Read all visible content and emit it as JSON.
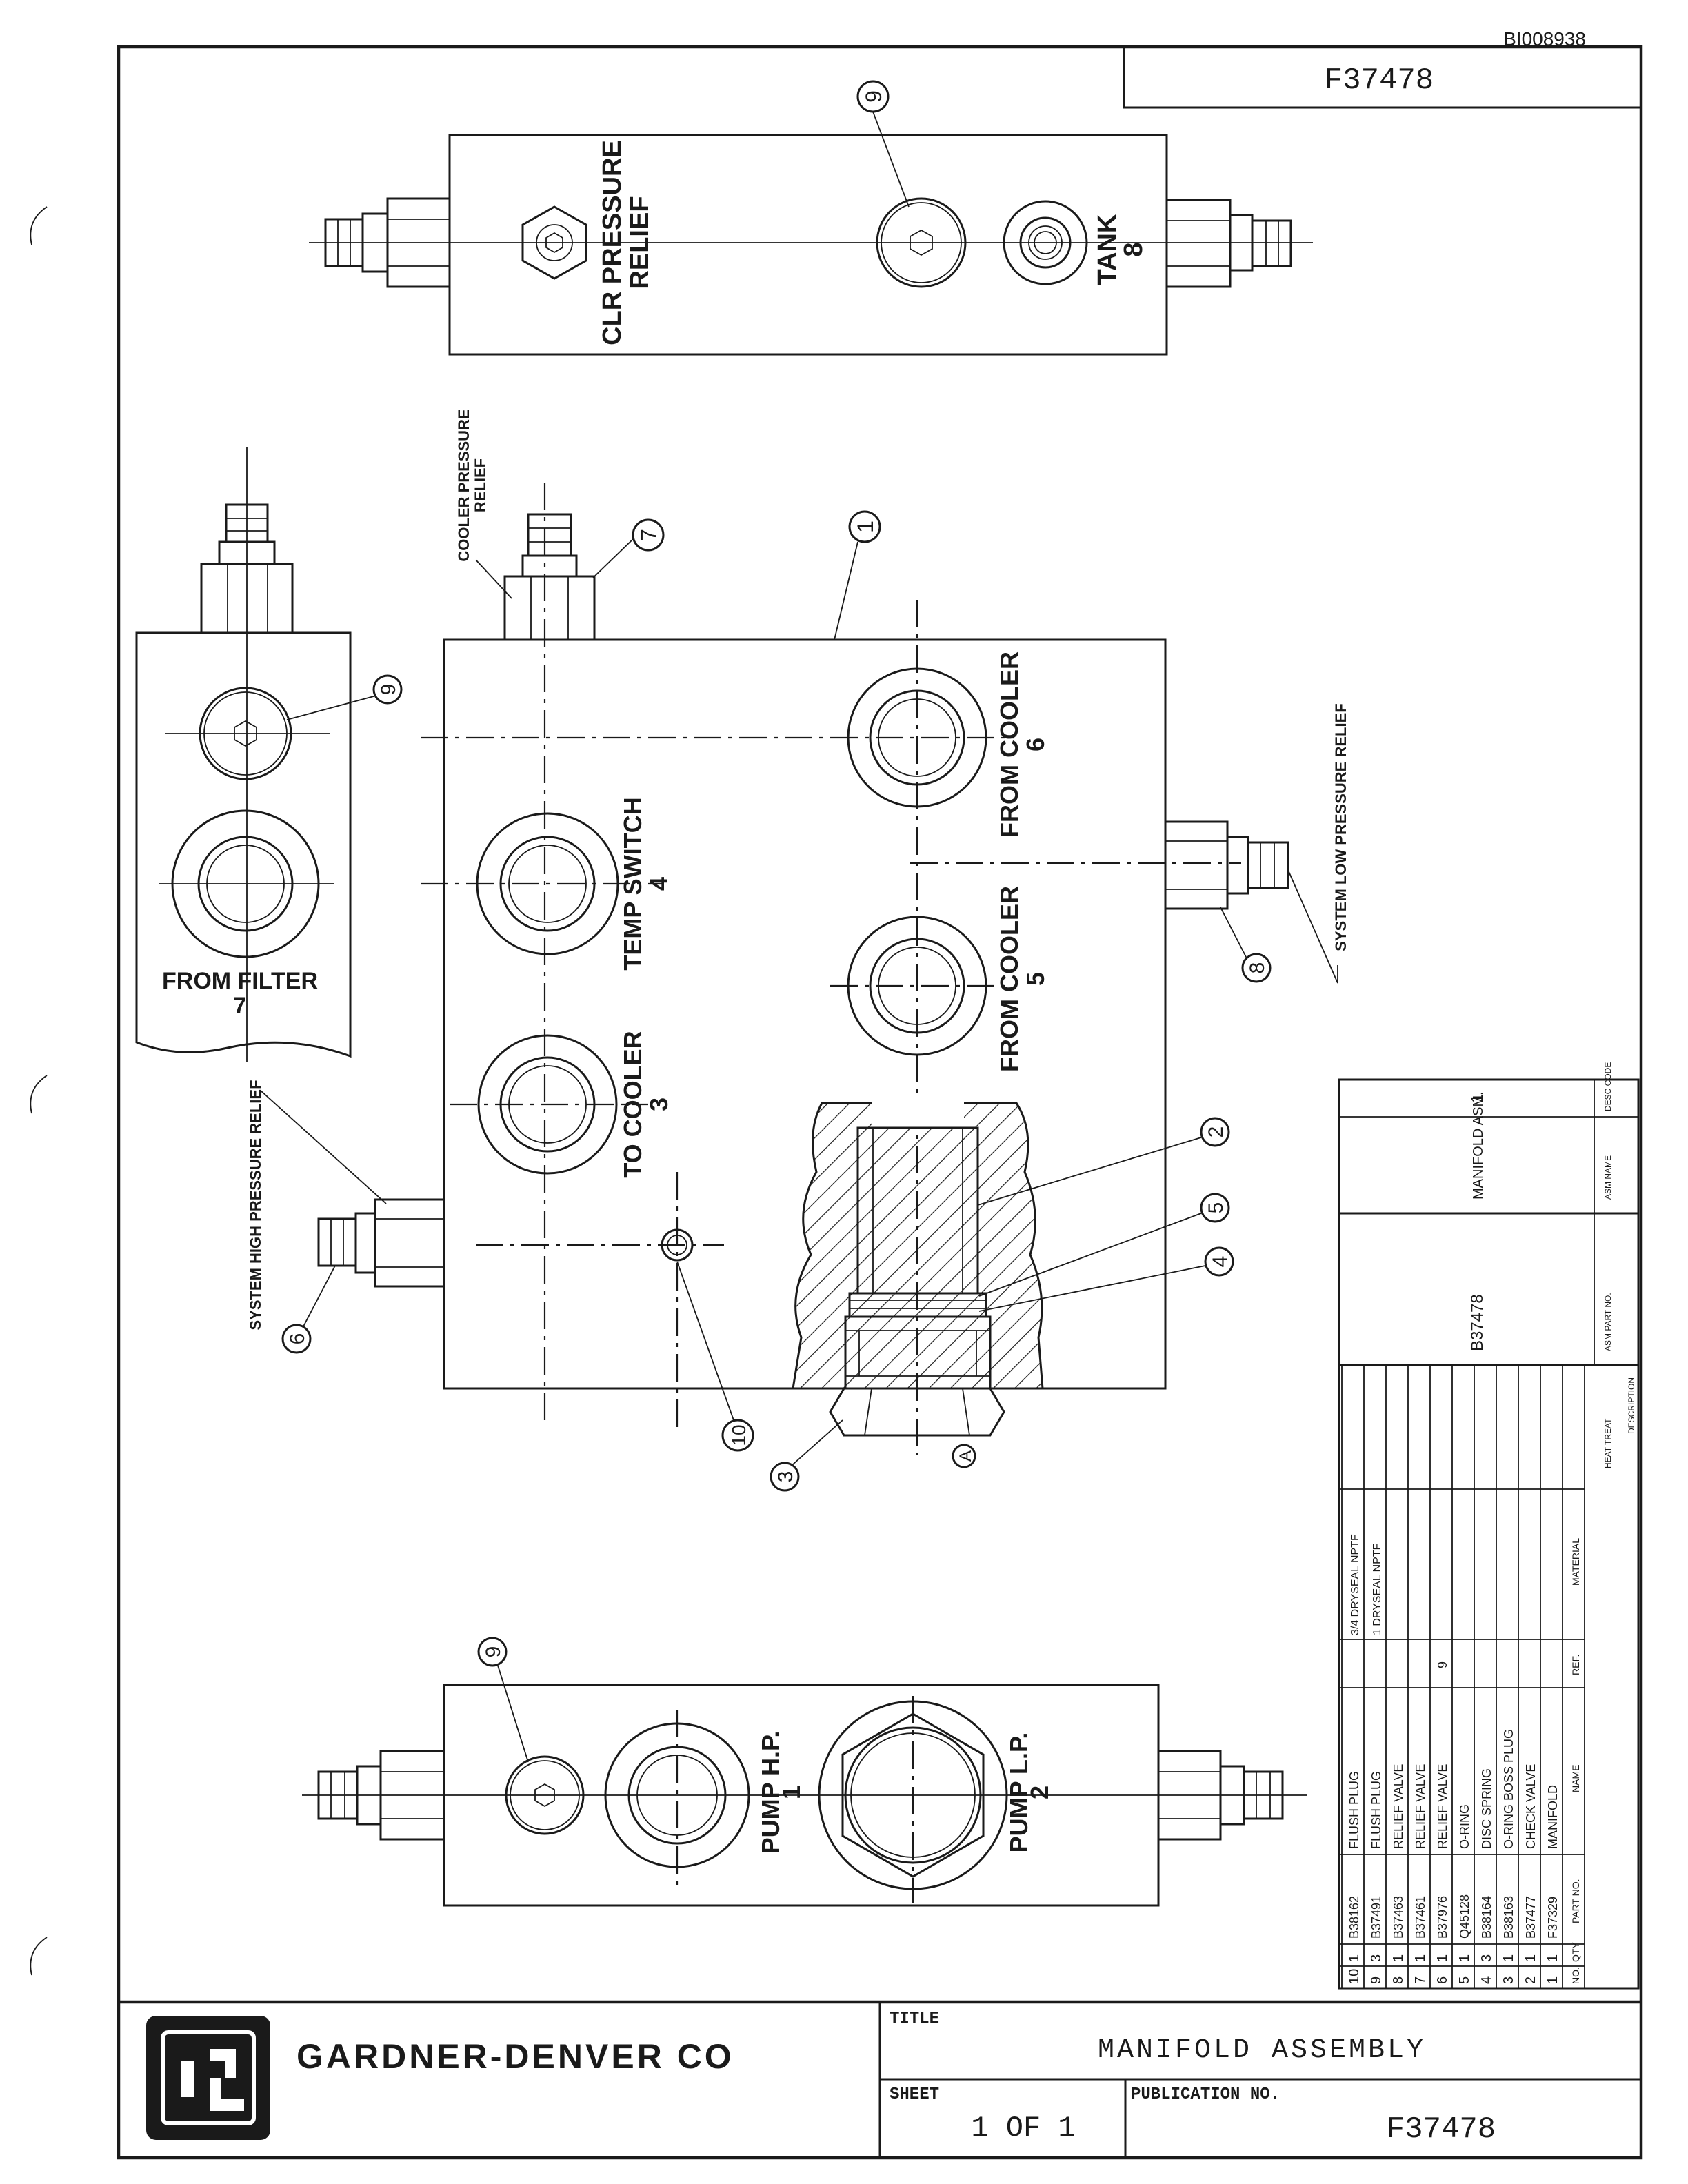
{
  "doc_code": "BI008938",
  "drawing_no_top": "F37478",
  "title_block": {
    "company": "GARDNER-DENVER CO",
    "title_label": "TITLE",
    "title": "MANIFOLD ASSEMBLY",
    "sheet_label": "SHEET",
    "sheet": "1 OF 1",
    "publication_label": "PUBLICATION NO.",
    "publication_no": "F37478"
  },
  "views": {
    "top": {
      "label_relief": "CLR PRESSURE\nRELIEF",
      "label_tank": "TANK\n8"
    },
    "left": {
      "label_filter": "FROM FILTER\n7"
    },
    "main": {
      "temp_switch": "TEMP SWITCH\n4",
      "to_cooler": "TO COOLER\n3",
      "from_cooler_6": "FROM COOLER\n6",
      "from_cooler_5": "FROM COOLER\n5",
      "cooler_relief": "COOLER PRESSURE\nRELIEF",
      "sys_low": "SYSTEM LOW PRESSURE RELIEF",
      "sys_high": "SYSTEM HIGH PRESSURE RELIEF",
      "section_mark": "A"
    },
    "bottom": {
      "pump_hp": "PUMP H.P.\n1",
      "pump_lp": "PUMP L.P.\n2"
    }
  },
  "balloons": [
    "9",
    "7",
    "1",
    "9",
    "8",
    "2",
    "5",
    "4",
    "6",
    "10",
    "3",
    "9"
  ],
  "parts_list": {
    "rows": [
      {
        "item": "10",
        "qty": "1",
        "part": "B38162",
        "name": "FLUSH PLUG",
        "mat": "3/4 DRYSEAL NPTF",
        "ref": ""
      },
      {
        "item": "9",
        "qty": "3",
        "part": "B37491",
        "name": "FLUSH PLUG",
        "mat": "1 DRYSEAL NPTF",
        "ref": ""
      },
      {
        "item": "8",
        "qty": "1",
        "part": "B37463",
        "name": "RELIEF VALVE",
        "mat": "",
        "ref": ""
      },
      {
        "item": "7",
        "qty": "1",
        "part": "B37461",
        "name": "RELIEF VALVE",
        "mat": "",
        "ref": ""
      },
      {
        "item": "6",
        "qty": "1",
        "part": "B37976",
        "name": "RELIEF VALVE",
        "mat": "",
        "ref": "9"
      },
      {
        "item": "5",
        "qty": "1",
        "part": "Q45128",
        "name": "O-RING",
        "mat": "",
        "ref": ""
      },
      {
        "item": "4",
        "qty": "3",
        "part": "B38164",
        "name": "DISC SPRING",
        "mat": "",
        "ref": ""
      },
      {
        "item": "3",
        "qty": "1",
        "part": "B38163",
        "name": "O-RING BOSS PLUG",
        "mat": "",
        "ref": ""
      },
      {
        "item": "2",
        "qty": "1",
        "part": "B37477",
        "name": "CHECK VALVE",
        "mat": "",
        "ref": ""
      },
      {
        "item": "1",
        "qty": "1",
        "part": "F37329",
        "name": "MANIFOLD",
        "mat": "",
        "ref": ""
      }
    ],
    "head": {
      "item": "NO.",
      "qty": "QTY",
      "part": "PART NO.",
      "name": "NAME",
      "mat": "MATERIAL",
      "ref": "REF."
    },
    "asm": {
      "part": "B37478",
      "name": "MANIFOLD ASM.",
      "qty": "1"
    },
    "asm_head": {
      "part": "ASM PART NO.",
      "name": "ASM NAME",
      "code": "DESC CODE",
      "heat": "HEAT TREAT",
      "desc": "DESCRIPTION"
    }
  }
}
